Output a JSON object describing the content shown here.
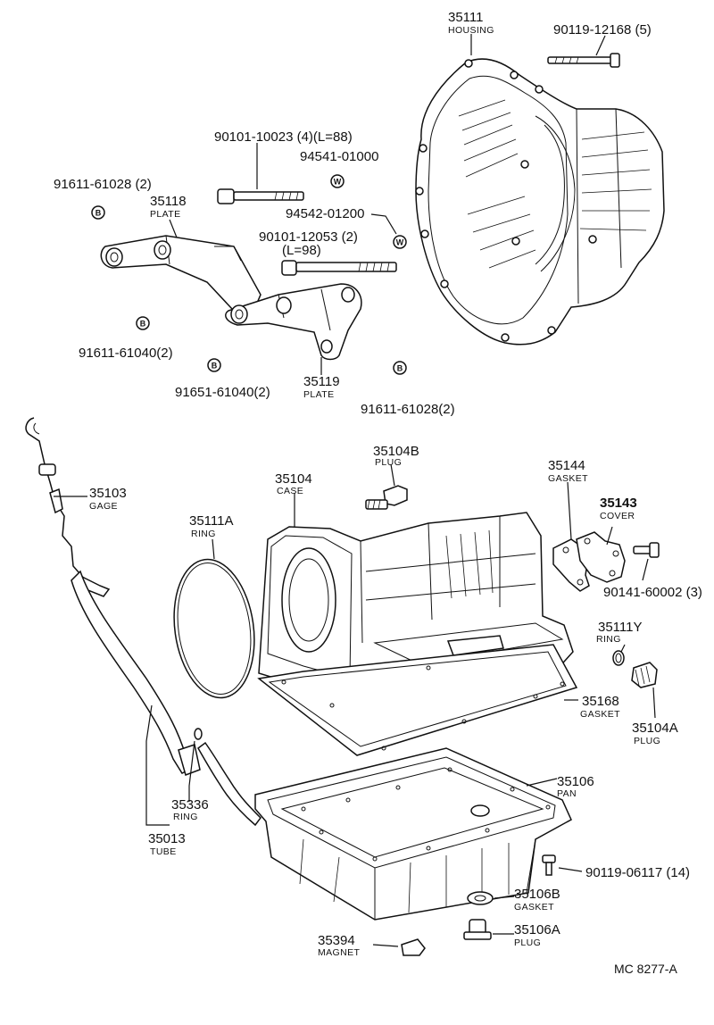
{
  "diagram_code": "MC 8277-A",
  "symbol_letters": {
    "bolt": "B",
    "washer": "W"
  },
  "callouts": {
    "housing": {
      "part": "35111",
      "name": "HOUSING"
    },
    "housing_bolt": {
      "part": "90119-12168 (5)"
    },
    "bolt_88": {
      "part": "90101-10023 (4)(L=88)"
    },
    "washer_94541": {
      "part": "94541-01000"
    },
    "washer_94542": {
      "part": "94542-01200"
    },
    "bolt_98": {
      "part": "90101-12053 (2)",
      "qual": "(L=98)"
    },
    "bolt_top_left": {
      "part": "91611-61028 (2)"
    },
    "plate_35118": {
      "part": "35118",
      "name": "PLATE"
    },
    "bolt_61040": {
      "part": "91611-61040(2)"
    },
    "bolt_91651": {
      "part": "91651-61040(2)"
    },
    "plate_35119": {
      "part": "35119",
      "name": "PLATE"
    },
    "bolt_61028_right": {
      "part": "91611-61028(2)"
    },
    "gage": {
      "part": "35103",
      "name": "GAGE"
    },
    "plug_35104b": {
      "part": "35104B",
      "name": "PLUG"
    },
    "case": {
      "part": "35104",
      "name": "CASE"
    },
    "ring_35111a": {
      "part": "35111A",
      "name": "RING"
    },
    "gasket_35144": {
      "part": "35144",
      "name": "GASKET"
    },
    "cover_35143": {
      "part": "35143",
      "name": "COVER"
    },
    "cover_bolt": {
      "part": "90141-60002 (3)"
    },
    "ring_35111y": {
      "part": "35111Y",
      "name": "RING"
    },
    "plug_35104a": {
      "part": "35104A",
      "name": "PLUG"
    },
    "gasket_35168": {
      "part": "35168",
      "name": "GASKET"
    },
    "pan_35106": {
      "part": "35106",
      "name": "PAN"
    },
    "ring_35336": {
      "part": "35336",
      "name": "RING"
    },
    "tube_35013": {
      "part": "35013",
      "name": "TUBE"
    },
    "pan_bolt": {
      "part": "90119-06117 (14)"
    },
    "gasket_35106b": {
      "part": "35106B",
      "name": "GASKET"
    },
    "plug_35106a": {
      "part": "35106A",
      "name": "PLUG"
    },
    "magnet_35394": {
      "part": "35394",
      "name": "MAGNET"
    }
  }
}
